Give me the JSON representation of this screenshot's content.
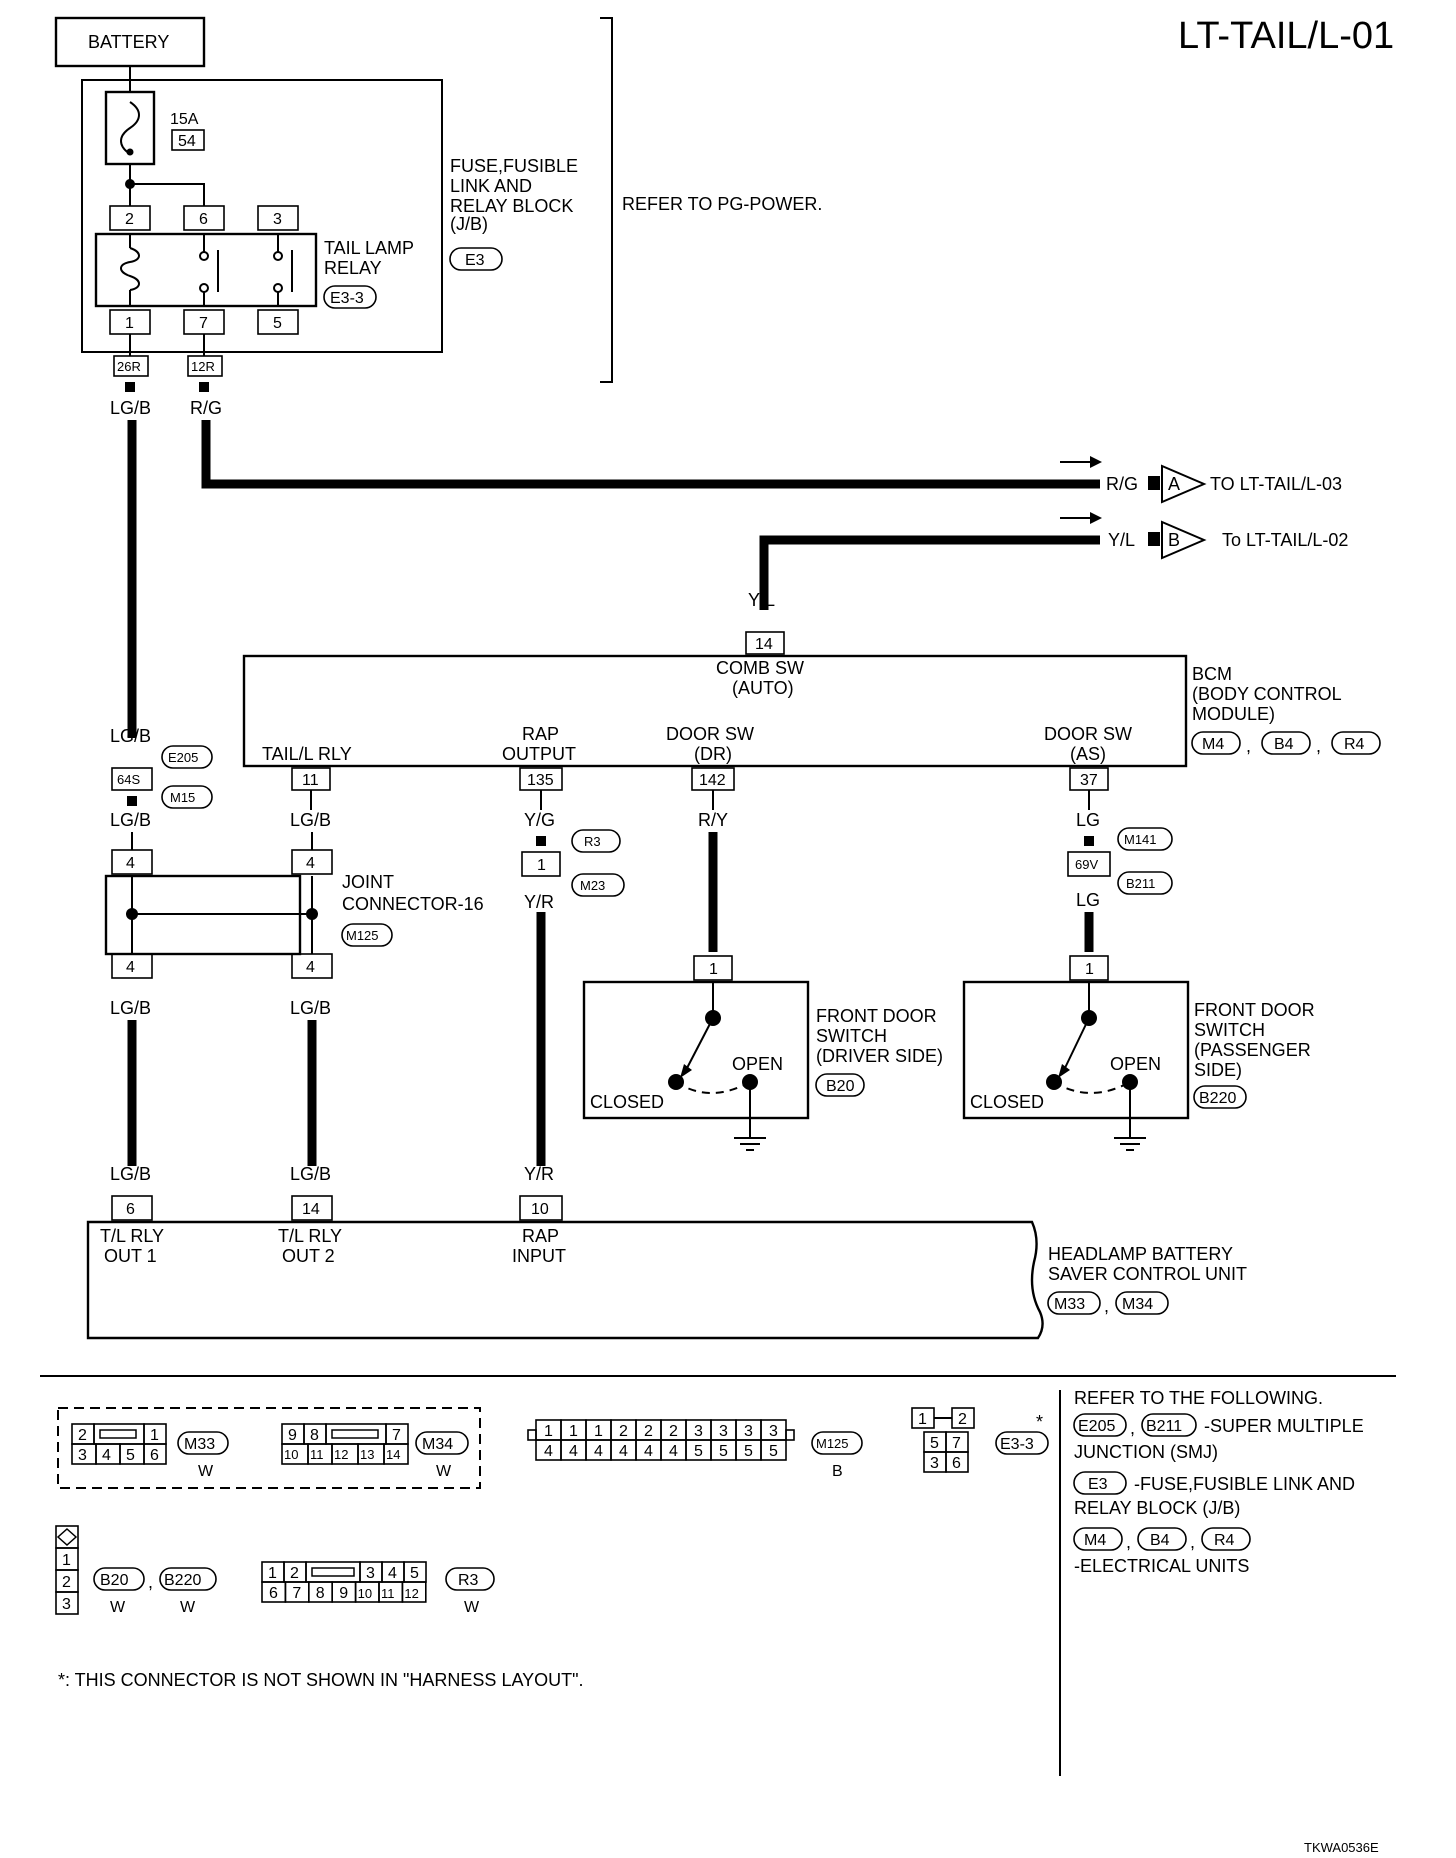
{
  "page": {
    "title": "LT-TAIL/L-01",
    "code": "TKWA0536E"
  },
  "battery": "BATTERY",
  "fuse": {
    "rating": "15A",
    "number": "54"
  },
  "fuse_block": {
    "lines": [
      "FUSE,FUSIBLE",
      "LINK AND",
      "RELAY BLOCK",
      "(J/B)"
    ],
    "connector": "E3",
    "note": "REFER TO PG-POWER."
  },
  "relay": {
    "lines": [
      "TAIL LAMP",
      "RELAY"
    ],
    "connector": "E3-3",
    "pins_top": [
      "2",
      "6",
      "3"
    ],
    "pins_bottom": [
      "1",
      "7",
      "5"
    ],
    "out_terminals": [
      "26R",
      "12R"
    ]
  },
  "wires": {
    "lgb": "LG/B",
    "rg": "R/G",
    "yl": "Y/L",
    "yg": "Y/G",
    "yr": "Y/R",
    "ry": "R/Y",
    "lg": "LG"
  },
  "offpage": [
    {
      "wire": "R/G",
      "letter": "A",
      "dest": "TO LT-TAIL/L-03"
    },
    {
      "wire": "Y/L",
      "letter": "B",
      "dest": "To LT-TAIL/L-02"
    }
  ],
  "bcm": {
    "lines": [
      "BCM",
      "(BODY CONTROL",
      " MODULE)"
    ],
    "connectors": [
      "M4",
      "B4",
      "R4"
    ],
    "comb_sw": [
      "COMB SW",
      "(AUTO)"
    ],
    "comb_pin": "14",
    "tail_rly": "TAIL/L RLY",
    "tail_pin": "11",
    "rap": [
      "RAP",
      "OUTPUT"
    ],
    "rap_pin": "135",
    "door_dr": [
      "DOOR SW",
      "(DR)"
    ],
    "door_dr_pin": "142",
    "door_as": [
      "DOOR SW",
      "(AS)"
    ],
    "door_as_pin": "37"
  },
  "smj_left": {
    "terminal": "64S",
    "connectors": [
      "E205",
      "M15"
    ]
  },
  "rap_inline": {
    "pin": "1",
    "connectors": [
      "R3",
      "M23"
    ]
  },
  "smj_right": {
    "terminal": "69V",
    "connectors": [
      "M141",
      "B211"
    ]
  },
  "joint": {
    "lines": [
      "JOINT",
      "CONNECTOR-16"
    ],
    "connector": "M125",
    "pin": "4"
  },
  "switch_driver": {
    "lines": [
      "FRONT DOOR",
      "SWITCH",
      "(DRIVER SIDE)"
    ],
    "connector": "B20",
    "pin": "1",
    "open": "OPEN",
    "closed": "CLOSED"
  },
  "switch_pass": {
    "lines": [
      "FRONT DOOR",
      "SWITCH",
      "(PASSENGER",
      " SIDE)"
    ],
    "connector": "B220",
    "pin": "1",
    "open": "OPEN",
    "closed": "CLOSED"
  },
  "hbs_unit": {
    "lines": [
      "HEADLAMP BATTERY",
      "SAVER CONTROL UNIT"
    ],
    "connectors": [
      "M33",
      "M34"
    ],
    "pins": [
      "6",
      "14",
      "10"
    ],
    "labels": [
      [
        "T/L RLY",
        "OUT 1"
      ],
      [
        "T/L RLY",
        "OUT 2"
      ],
      [
        "RAP",
        "INPUT"
      ]
    ]
  },
  "legend": {
    "m33": {
      "id": "M33",
      "color": "W",
      "top": [
        "2",
        "1"
      ],
      "bottom": [
        "3",
        "4",
        "5",
        "6"
      ]
    },
    "m34": {
      "id": "M34",
      "color": "W",
      "top": [
        "9",
        "8",
        "7"
      ],
      "bottom": [
        "10",
        "11",
        "12",
        "13",
        "14"
      ]
    },
    "m125": {
      "id": "M125",
      "color": "B",
      "top": [
        "1",
        "1",
        "1",
        "2",
        "2",
        "2",
        "3",
        "3",
        "3",
        "3"
      ],
      "bottom": [
        "4",
        "4",
        "4",
        "4",
        "4",
        "4",
        "5",
        "5",
        "5",
        "5"
      ]
    },
    "e33": {
      "id": "E3-3",
      "star": "*",
      "pins": [
        "1",
        "2",
        "5",
        "7",
        "3",
        "6"
      ]
    },
    "b20": {
      "ids": [
        "B20",
        "B220"
      ],
      "colors": [
        "W",
        "W"
      ],
      "pins": [
        "1",
        "2",
        "3"
      ]
    },
    "r3": {
      "id": "R3",
      "color": "W",
      "top": [
        "1",
        "2",
        "3",
        "4",
        "5"
      ],
      "bottom": [
        "6",
        "7",
        "8",
        "9",
        "10",
        "11",
        "12"
      ]
    },
    "note": "*: THIS CONNECTOR IS NOT SHOWN IN \"HARNESS LAYOUT\".",
    "refer_title": "REFER TO THE FOLLOWING.",
    "smj_ids": [
      "E205",
      "B211"
    ],
    "smj_text": [
      "-SUPER MULTIPLE",
      "JUNCTION (SMJ)"
    ],
    "fb_id": "E3",
    "fb_text": [
      "-FUSE,FUSIBLE LINK AND",
      "RELAY BLOCK (J/B)"
    ],
    "eu_ids": [
      "M4",
      "B4",
      "R4"
    ],
    "eu_text": "-ELECTRICAL UNITS"
  }
}
